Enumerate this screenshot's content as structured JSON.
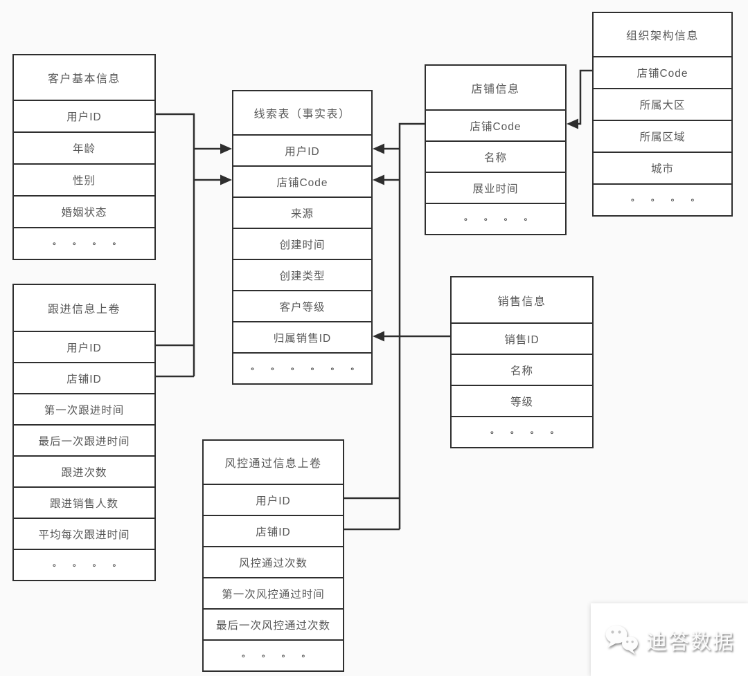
{
  "diagram": {
    "tables": [
      {
        "id": "customer",
        "title": "客户基本信息",
        "rows": [
          "用户ID",
          "年龄",
          "性别",
          "婚姻状态",
          "∘ ∘ ∘ ∘"
        ]
      },
      {
        "id": "fact",
        "title": "线索表（事实表）",
        "rows": [
          "用户ID",
          "店铺Code",
          "来源",
          "创建时间",
          "创建类型",
          "客户等级",
          "归属销售ID",
          "∘ ∘ ∘ ∘ ∘ ∘"
        ]
      },
      {
        "id": "shop",
        "title": "店铺信息",
        "rows": [
          "店铺Code",
          "名称",
          "展业时间",
          "∘ ∘ ∘ ∘"
        ]
      },
      {
        "id": "org",
        "title": "组织架构信息",
        "rows": [
          "店铺Code",
          "所属大区",
          "所属区域",
          "城市",
          "∘ ∘ ∘ ∘"
        ]
      },
      {
        "id": "followup",
        "title": "跟进信息上卷",
        "rows": [
          "用户ID",
          "店铺ID",
          "第一次跟进时间",
          "最后一次跟进时间",
          "跟进次数",
          "跟进销售人数",
          "平均每次跟进时间",
          "∘ ∘ ∘ ∘"
        ]
      },
      {
        "id": "sales",
        "title": "销售信息",
        "rows": [
          "销售ID",
          "名称",
          "等级",
          "∘ ∘ ∘ ∘"
        ]
      },
      {
        "id": "risk",
        "title": "风控通过信息上卷",
        "rows": [
          "用户ID",
          "店铺ID",
          "风控通过次数",
          "第一次风控通过时间",
          "最后一次风控通过次数",
          "∘ ∘ ∘ ∘"
        ]
      }
    ],
    "connections": [
      {
        "sources": [
          "客户基本信息.用户ID",
          "跟进信息上卷.用户ID",
          "跟进信息上卷.店铺ID"
        ],
        "targets": [
          "线索表.用户ID",
          "线索表.店铺Code"
        ],
        "type": "shared-bus-with-arrows"
      },
      {
        "sources": [
          "店铺信息.店铺Code",
          "风控通过信息上卷.用户ID",
          "风控通过信息上卷.店铺ID"
        ],
        "targets": [
          "线索表.用户ID",
          "线索表.店铺Code"
        ],
        "type": "shared-bus-with-arrows"
      },
      {
        "sources": [
          "销售信息.销售ID"
        ],
        "targets": [
          "线索表.归属销售ID"
        ],
        "type": "arrow"
      },
      {
        "sources": [
          "组织架构信息.店铺Code"
        ],
        "targets": [
          "店铺信息.店铺Code"
        ],
        "type": "elbow-arrow"
      }
    ]
  },
  "watermark": {
    "text": "迪答数据",
    "icon": "wechat-chat-bubbles-icon"
  },
  "colors": {
    "background": "#fafafa",
    "table_fill": "#ffffff",
    "line": "#2e2e2e",
    "text": "#575757"
  }
}
